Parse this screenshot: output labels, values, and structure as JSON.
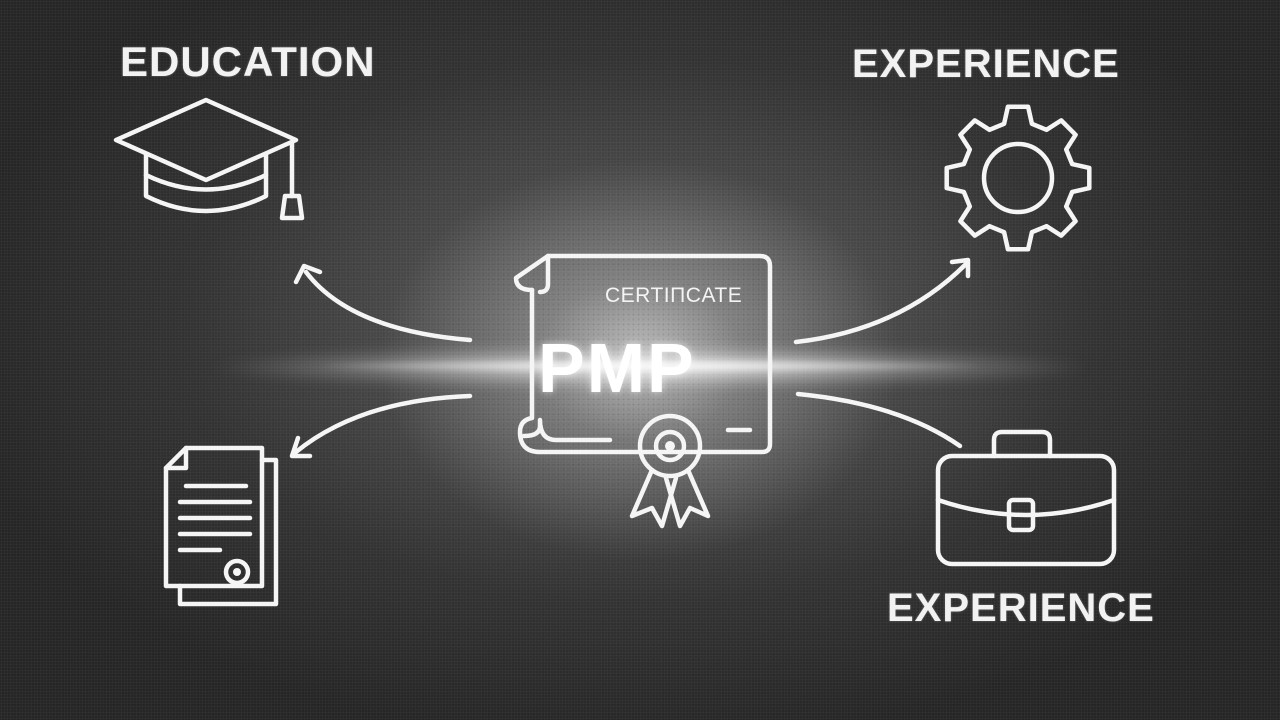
{
  "labels": {
    "education": "EDUCATION",
    "experience_top": "EXPERIENCE",
    "experience_bottom": "EXPERIENCE"
  },
  "center": {
    "certificate_text": "CERTIΠCATE",
    "pmp_text": "PMP"
  },
  "icons": {
    "top_left": "graduation-cap-icon",
    "bottom_left": "document-icon",
    "top_right": "gear-icon",
    "bottom_right": "briefcase-icon",
    "center": "certificate-icon",
    "badge": "award-ribbon-icon"
  },
  "colors": {
    "background": "#2a2a2a",
    "stroke": "#f5f5f5"
  }
}
